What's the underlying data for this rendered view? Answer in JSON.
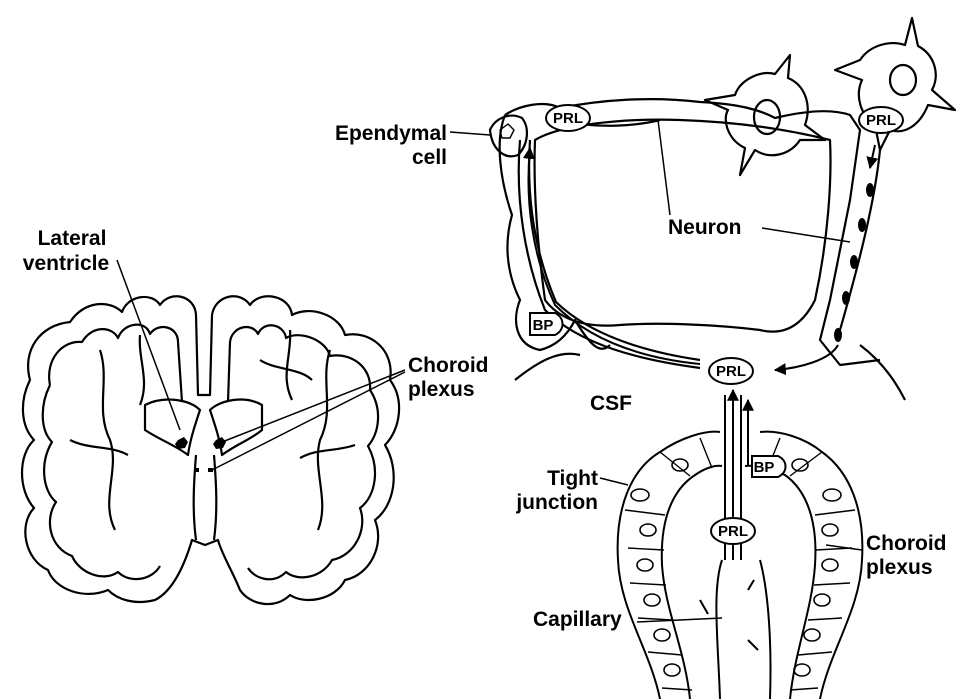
{
  "labels": {
    "lateral_ventricle": [
      "Lateral",
      "ventricle"
    ],
    "choroid_plexus_left": [
      "Choroid",
      "plexus"
    ],
    "ependymal_cell": [
      "Ependymal",
      "cell"
    ],
    "neuron": "Neuron",
    "csf": "CSF",
    "tight_junction": [
      "Tight",
      "junction"
    ],
    "choroid_plexus_right": [
      "Choroid",
      "plexus"
    ],
    "capillary": "Capillary"
  },
  "tags": {
    "prl_ependymal": "PRL",
    "prl_neuron": "PRL",
    "prl_csf": "PRL",
    "prl_capillary": "PRL",
    "bp_ependymal": "BP",
    "bp_choroid": "BP"
  },
  "colors": {
    "ink": "#000000",
    "paper": "#ffffff"
  }
}
